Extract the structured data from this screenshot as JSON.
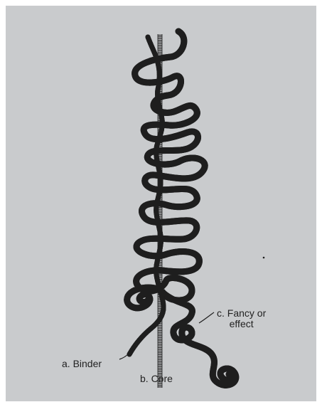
{
  "figure": {
    "labels": {
      "binder": "a. Binder",
      "core": "b. Core",
      "fancy_line1": "c. Fancy or",
      "fancy_line2": "effect"
    },
    "colors": {
      "background": "#c9cbcd",
      "ink": "#1e1e1e",
      "yarn_fill": "#e4e5e6"
    }
  }
}
